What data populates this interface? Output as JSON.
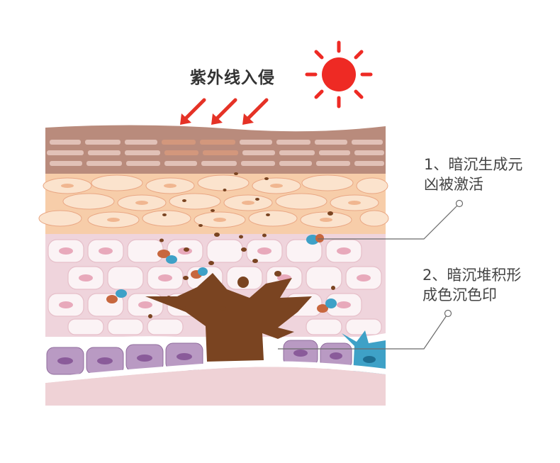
{
  "diagram": {
    "title": "紫外线入侵",
    "callouts": [
      {
        "line1": "1、暗沉生成元",
        "line2": "凶被激活"
      },
      {
        "line1": "2、暗沉堆积形",
        "line2": "成色沉色印"
      }
    ],
    "icons": {
      "sun": "sun-icon",
      "arrow": "arrow-down-left-icon"
    },
    "colors": {
      "sun": "#ee2a24",
      "arrow": "#e53226",
      "melanin": "#7a4421",
      "blue_cell": "#3ea1c7",
      "skin_top": "#b8887a",
      "spiny_layer": "#f6c9a4",
      "basal_layer": "#f3dde3",
      "purple_cell": "#9b7aa8",
      "dermis": "#ecd2d6"
    }
  }
}
